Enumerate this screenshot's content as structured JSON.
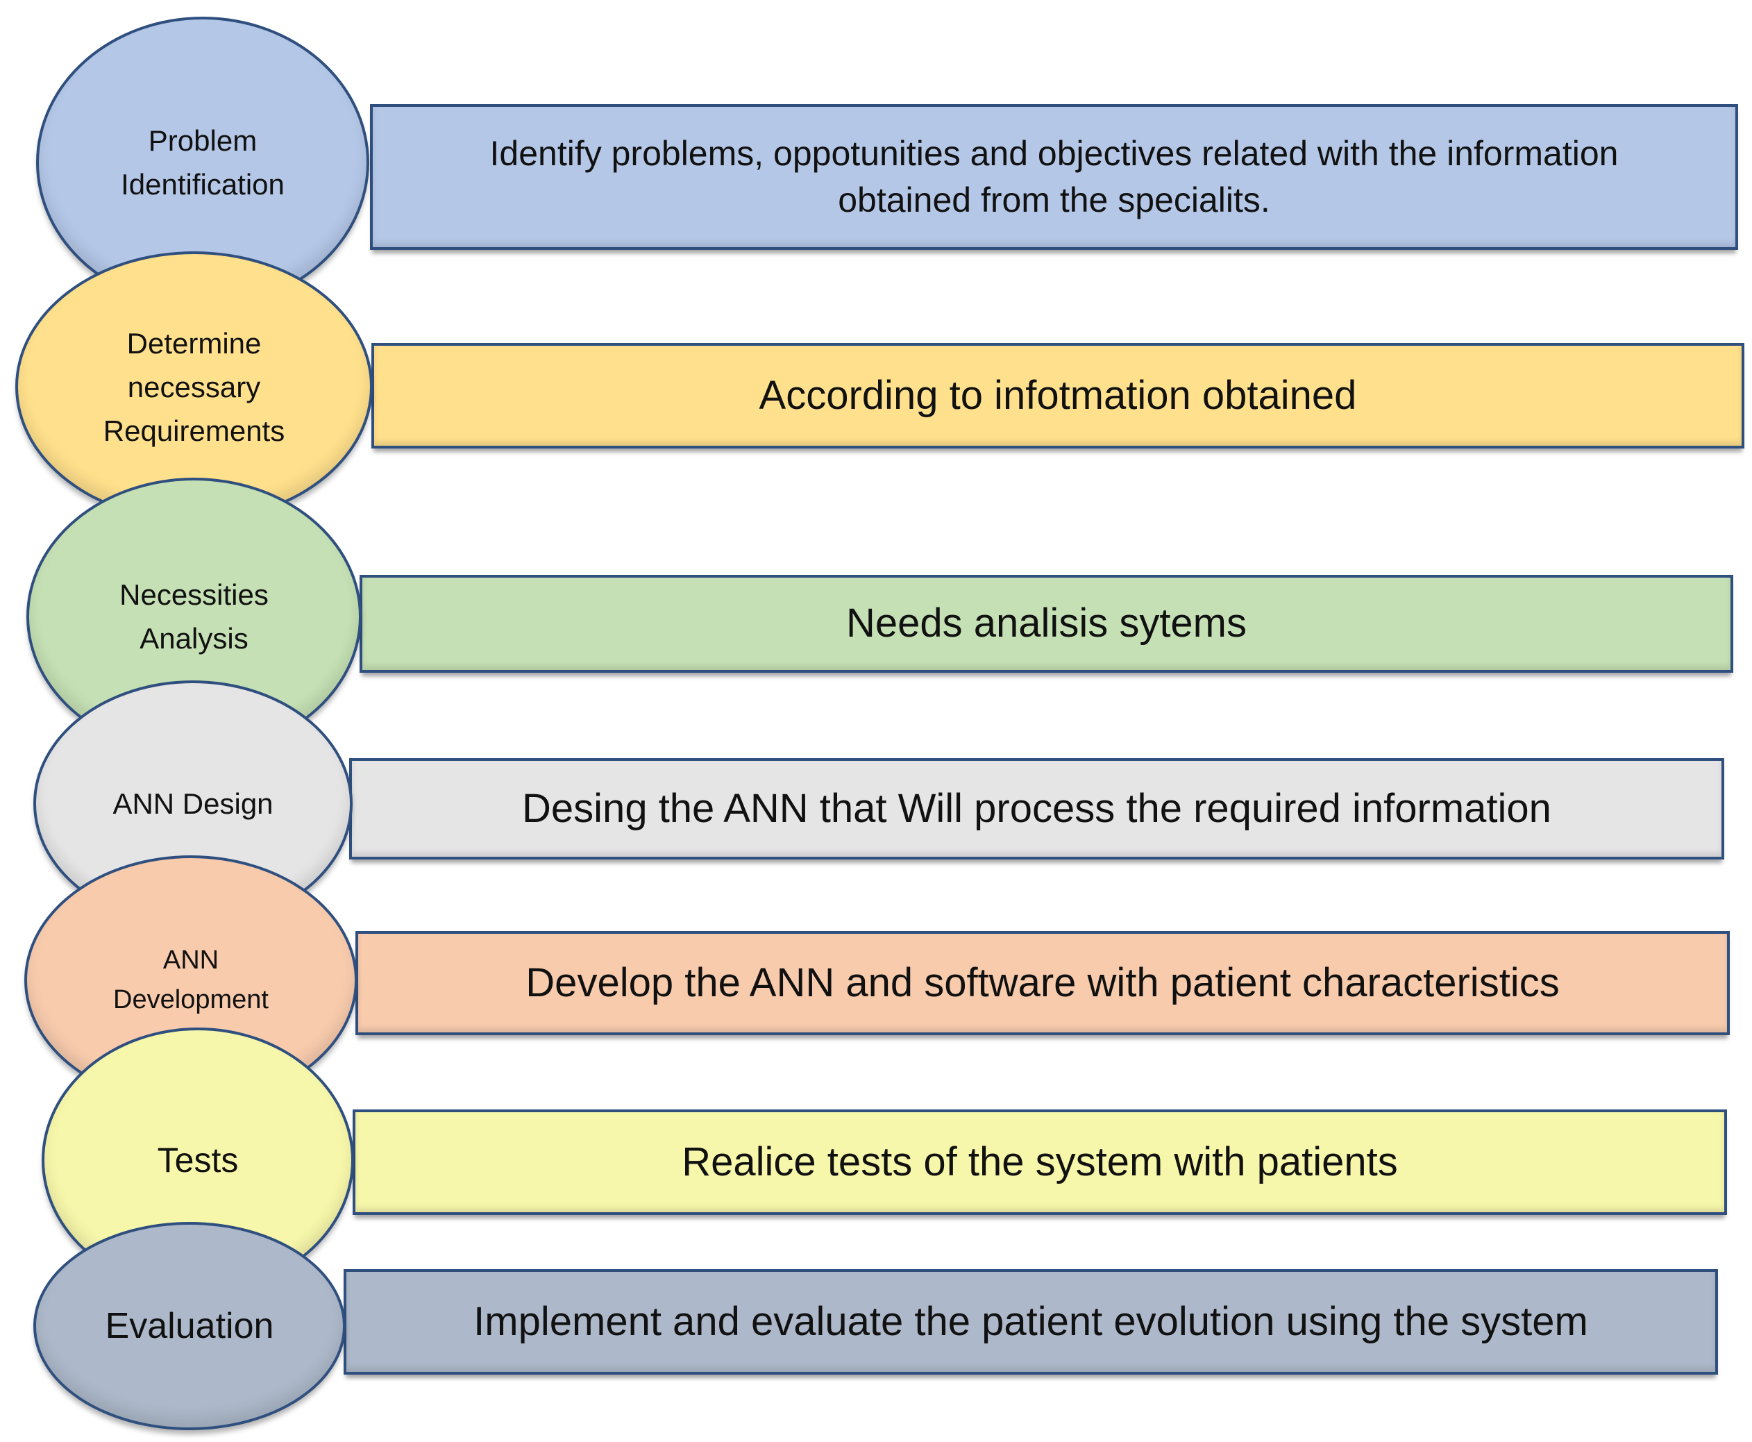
{
  "steps": [
    {
      "label": "Problem\nIdentification",
      "description": "Identify problems, oppotunities and objectives related with the information\nobtained from the specialits.",
      "color": "#b4c7e7"
    },
    {
      "label": "Determine\nnecessary\nRequirements",
      "description": "According to infotmation obtained",
      "color": "#ffe08c"
    },
    {
      "label": "Necessities\nAnalysis",
      "description": "Needs analisis sytems",
      "color": "#c5e0b4"
    },
    {
      "label": "ANN Design",
      "description": "Desing the ANN that Will process the required information",
      "color": "#e6e5e6"
    },
    {
      "label": "ANN\nDevelopment",
      "description": "Develop the ANN and software with patient characteristics",
      "color": "#f8cbad"
    },
    {
      "label": "Tests",
      "description": "Realice tests of the system with patients",
      "color": "#f7f7ab"
    },
    {
      "label": "Evaluation",
      "description": "Implement and evaluate the patient evolution using the system",
      "color": "#adb9ca"
    }
  ]
}
